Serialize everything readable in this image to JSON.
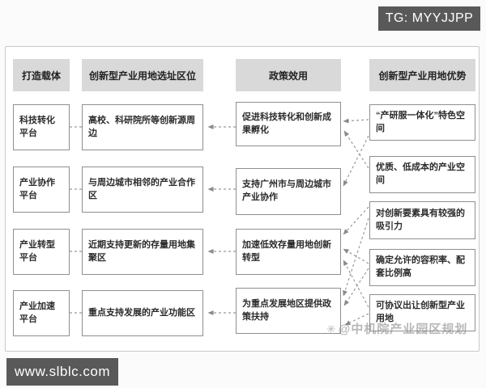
{
  "badges": {
    "tg": "TG: MYYJJPP",
    "site": "www.slblc.com"
  },
  "watermark": {
    "logo_icon": "✳",
    "text": "@中机院产业园区规划"
  },
  "colors": {
    "badge_bg": "#595959",
    "header_bg": "#d9d9d9",
    "box_border": "#8f8f8f",
    "arrow": "#9a9a9a",
    "panel_border": "#c9c9c9"
  },
  "diagram": {
    "columns": [
      {
        "header": "打造载体",
        "items": [
          "科技转化平台",
          "产业协作平台",
          "产业转型平台",
          "产业加速平台"
        ]
      },
      {
        "header": "创新型产业用地选址区位",
        "items": [
          "高校、科研院所等创新源周边",
          "与周边城市相邻的产业合作区",
          "近期支持更新的存量用地集聚区",
          "重点支持发展的产业功能区"
        ]
      },
      {
        "header": "政策效用",
        "items": [
          "促进科技转化和创新成果孵化",
          "支持广州市与周边城市产业协作",
          "加速低效存量用地创新转型",
          "为重点发展地区提供政策扶持"
        ]
      },
      {
        "header": "创新型产业用地优势",
        "items": [
          "“产研服一体化”特色空间",
          "优质、低成本的产业空间",
          "对创新要素具有较强的吸引力",
          "确定允许的容积率、配套比例高",
          "可协议出让创新型产业用地"
        ]
      }
    ]
  }
}
